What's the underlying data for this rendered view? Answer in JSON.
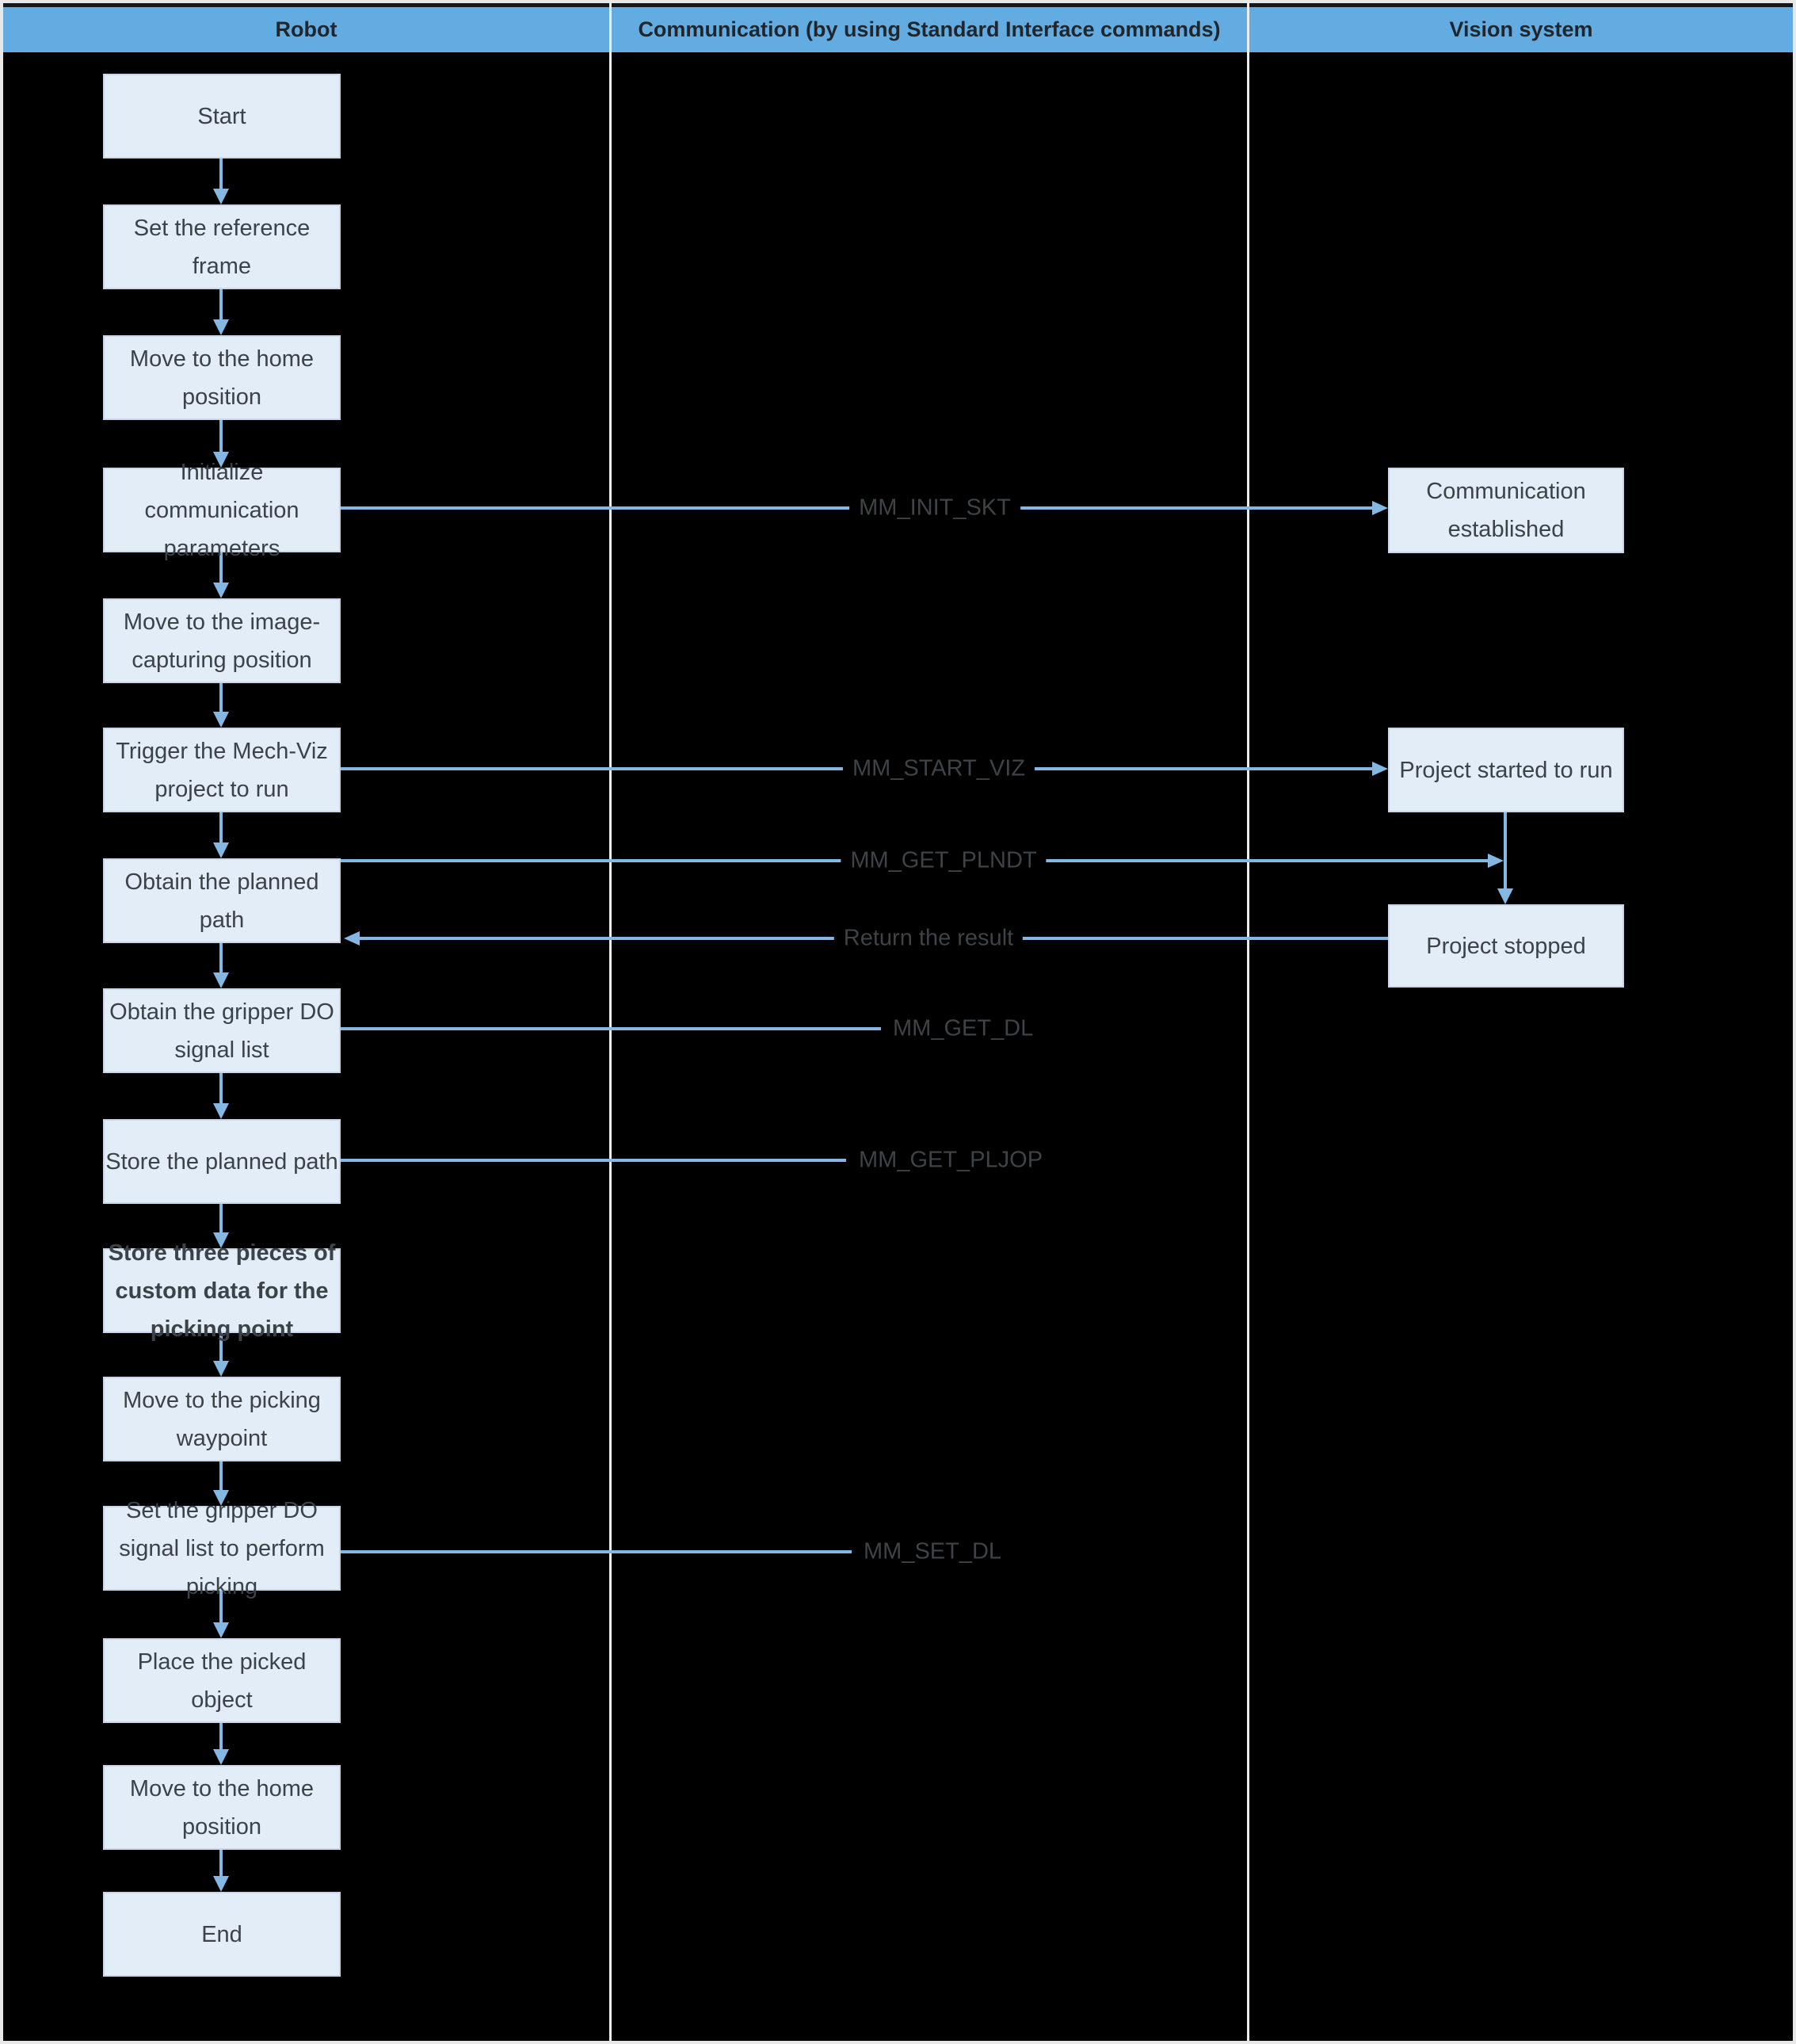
{
  "header": {
    "columns": [
      {
        "label": "Robot"
      },
      {
        "label": "Communication (by using Standard Interface commands)"
      },
      {
        "label": "Vision system"
      }
    ]
  },
  "robot_lane": {
    "boxes": [
      {
        "id": "start",
        "label": "Start"
      },
      {
        "id": "set-reference-frame",
        "label": "Set the reference\nframe"
      },
      {
        "id": "move-home-1",
        "label": "Move to the home\nposition"
      },
      {
        "id": "init-communication",
        "label": "Initialize\ncommunication\nparameters"
      },
      {
        "id": "move-image-capturing",
        "label": "Move to the image-\ncapturing position"
      },
      {
        "id": "trigger-mech-viz",
        "label": "Trigger the Mech-Viz\nproject to run"
      },
      {
        "id": "obtain-planned-path",
        "label": "Obtain the planned\npath"
      },
      {
        "id": "obtain-gripper-do",
        "label": "Obtain the gripper DO\nsignal list"
      },
      {
        "id": "store-planned-path",
        "label": "Store the planned path"
      },
      {
        "id": "store-custom-data",
        "label": "Store three pieces of\ncustom data for the\npicking point"
      },
      {
        "id": "move-picking-waypoint",
        "label": "Move to the picking\nwaypoint"
      },
      {
        "id": "set-gripper-do",
        "label": "Set the gripper DO\nsignal list to perform\npicking"
      },
      {
        "id": "place-picked-object",
        "label": "Place the picked\nobject"
      },
      {
        "id": "move-home-2",
        "label": "Move to the home\nposition"
      },
      {
        "id": "end",
        "label": "End"
      }
    ]
  },
  "vision_lane": {
    "boxes": [
      {
        "id": "communication-established",
        "label": "Communication\nestablished"
      },
      {
        "id": "project-started",
        "label": "Project started to run"
      },
      {
        "id": "project-stopped",
        "label": "Project stopped"
      }
    ]
  },
  "commands": {
    "init_skt": "MM_INIT_SKT",
    "start_viz": "MM_START_VIZ",
    "get_plndt": "MM_GET_PLNDT",
    "return_result": "Return the result",
    "get_dl": "MM_GET_DL",
    "get_pljop": "MM_GET_PLJOP",
    "set_dl": "MM_SET_DL"
  },
  "theme": {
    "frame": "#E8E8E8",
    "canvas": "#000000",
    "header_bg": "#62ACE2",
    "header_top": "#15181B",
    "header_text": "#20262B",
    "divider": "#EDEDED",
    "box_bg": "#E2EDF8",
    "box_border": "#C9D8E8",
    "box_text": "#3B4248",
    "arrow": "#85B7E3",
    "label_text": "#3E4347"
  }
}
